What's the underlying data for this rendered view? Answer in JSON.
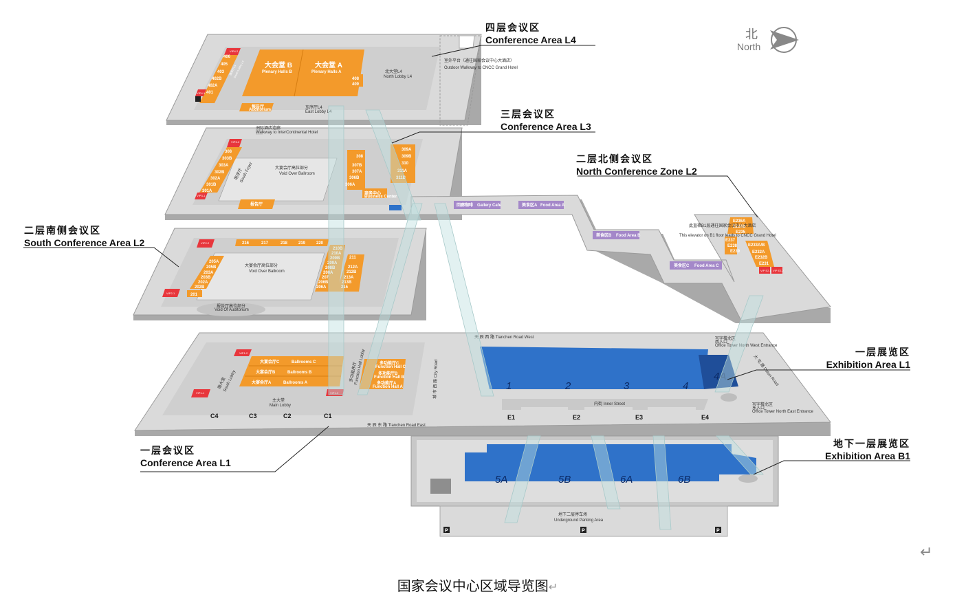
{
  "compass": {
    "zh": "北",
    "en": "North",
    "icon": "north-arrow-icon"
  },
  "callouts": {
    "l4": {
      "zh": "四层会议区",
      "en": "Conference Area L4"
    },
    "l3": {
      "zh": "三层会议区",
      "en": "Conference Area L3"
    },
    "north_l2": {
      "zh": "二层北侧会议区",
      "en": "North Conference Zone L2"
    },
    "south_l2": {
      "zh": "二层南侧会议区",
      "en": "South Conference Area L2"
    },
    "exhibition_l1": {
      "zh": "一层展览区",
      "en": "Exhibition Area L1"
    },
    "conference_l1": {
      "zh": "一层会议区",
      "en": "Conference Area L1"
    },
    "exhibition_b1": {
      "zh": "地下一层展览区",
      "en": "Exhibition Area B1"
    }
  },
  "l4": {
    "rooms_south": [
      "406",
      "405",
      "403",
      "402B",
      "402A",
      "401"
    ],
    "vip": [
      "VIP4-2",
      "VIP4-1"
    ],
    "hall_b_zh": "大会堂 B",
    "hall_b_en": "Plenary Halls B",
    "hall_a_zh": "大会堂 A",
    "hall_a_en": "Plenary Halls A",
    "rooms_east": [
      "408",
      "409"
    ],
    "auditorium": "报告厅",
    "auditorium_en": "Auditorium",
    "south_lobby": "南序厅L4",
    "south_lobby_en": "South Lobby L4",
    "north_lobby": "北大堂L4",
    "north_lobby_en": "North Lobby L4",
    "east_lobby": "东序厅L4",
    "east_lobby_en": "East Lobby L4",
    "outdoor_zh": "室外平台（通往国家会议中心大酒店）",
    "outdoor_en": "Outdoor Walkway to CNCC Grand Hotel"
  },
  "l3": {
    "rooms_south": [
      "308",
      "303B",
      "303A",
      "302B",
      "302A",
      "301B",
      "301A"
    ],
    "vip": [
      "VIP3-2",
      "VIP3-1"
    ],
    "void_zh": "大宴会厅高位部分",
    "void_en": "Void Over Ballroom",
    "rooms_mid": [
      "308",
      "307B",
      "307A",
      "306B",
      "306A"
    ],
    "rooms_east": [
      "309A",
      "309B",
      "310",
      "311A",
      "311B"
    ],
    "business": "商务中心",
    "business_en": "Business Center",
    "south_foyer": "南序厅",
    "south_foyer_en": "South Foyer",
    "auditorium": "报告厅",
    "walkway_zh": "洲际酒店连廊",
    "walkway_en": "Walkway to InterContinental Hotel"
  },
  "l2s": {
    "rooms_top": [
      "216",
      "217",
      "218",
      "219",
      "220"
    ],
    "rooms_left": [
      "205A",
      "205B",
      "203A",
      "203B",
      "202A",
      "202B"
    ],
    "rooms_right1": [
      "210B",
      "210A",
      "209B",
      "209A",
      "208B",
      "208A",
      "207",
      "206B",
      "206A"
    ],
    "rooms_right2": [
      "211",
      "212A",
      "212B",
      "213A",
      "213B",
      "215"
    ],
    "vip": [
      "VIP2-2",
      "VIP2-1"
    ],
    "room_201": "201",
    "void_zh": "大宴会厅高位部分",
    "void_en": "Void Over Ballroom",
    "void_aud_zh": "报告厅高位部分",
    "void_aud_en": "Void Of Auditorium"
  },
  "l2n": {
    "cafe_zh": "回廊咖啡",
    "cafe_en": "Gallery Cafe",
    "food_a_zh": "美食区A",
    "food_a_en": "Food Area A",
    "food_b_zh": "美食区B",
    "food_b_en": "Food Area B",
    "food_c_zh": "美食区C",
    "food_c_en": "Food Area C",
    "rooms": [
      "E236A",
      "E236B",
      "E235",
      "E237",
      "E238",
      "E239",
      "E233A/B",
      "E232A",
      "E232B",
      "E231"
    ],
    "vip": [
      "VIP E2-1",
      "VIP E2-2"
    ],
    "elevator_zh": "此直梯B1层通往国家会议中心大酒店",
    "elevator_en": "This elevator on B1 floor leads to CNCC Grand Hotel"
  },
  "l1": {
    "ballroom_c": "大宴会厅C",
    "ballroom_c_en": "Ballrooms C",
    "ballroom_b": "大宴会厅B",
    "ballroom_b_en": "Ballrooms B",
    "ballroom_a": "大宴会厅A",
    "ballroom_a_en": "Ballrooms A",
    "function_c": "多功能厅C",
    "function_c_en": "Function Hall C",
    "function_b": "多功能厅B",
    "function_b_en": "Function Hall B",
    "function_a": "多功能厅A",
    "function_a_en": "Function Hall A",
    "function_lobby": "多功能序厅",
    "function_lobby_en": "Function Hall Lobby",
    "south_lobby": "南大堂",
    "south_lobby_en": "South Lobby",
    "main_lobby": "主大堂",
    "main_lobby_en": "Main Lobby",
    "vip": [
      "VIP1-2",
      "VIP1-1",
      "VIP1-3"
    ],
    "entrances": [
      "C4",
      "C3",
      "C2",
      "C1",
      "E1",
      "E2",
      "E3",
      "E4"
    ],
    "halls": [
      "1",
      "2",
      "3",
      "4",
      "4A"
    ],
    "inner_street": "内街 Inner Street",
    "road_west": "天 辰 西 路  Tianchen Road West",
    "road_east": "天 辰 东 路  Tianchen Road East",
    "city_road": "城 市 西 路  City Road",
    "datun_road": "大 屯 路  Datun Road",
    "office_north_1": "写字楼北区",
    "office_north_2": "西入口",
    "office_north_en": "Office Tower North West Entrance",
    "office_east_1": "写字楼北区",
    "office_east_2": "东入口",
    "office_east_en": "Office Tower North East Entrance"
  },
  "b1": {
    "halls": [
      "5A",
      "5B",
      "6A",
      "6B"
    ]
  },
  "b2": {
    "zh": "地下二层停车场",
    "en": "Underground Parking Area",
    "parking": "P"
  },
  "caption": "国家会议中心区域导览图",
  "caption_mark": "↵",
  "return_mark": "↵",
  "colors": {
    "orange": "#f39a2b",
    "red": "#e8363c",
    "blue": "#2f72c9",
    "darkblue": "#1f4e99",
    "purple": "#a488c9",
    "floor": "#dcdcdc",
    "floor_top": "#ececec"
  }
}
